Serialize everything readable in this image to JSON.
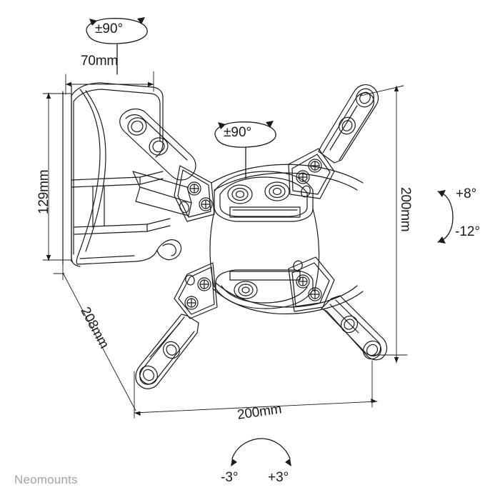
{
  "brand": "Neomounts",
  "dimensions": {
    "width_plate": "70mm",
    "height_plate": "129mm",
    "depth_diagonal": "208mm",
    "vesa_vertical": "200mm",
    "vesa_horizontal": "200mm"
  },
  "angles": {
    "swivel_top": "±90°",
    "swivel_center": "±90°",
    "tilt_up": "+8°",
    "tilt_down": "-12°",
    "rotate_left": "-3°",
    "rotate_right": "+3°"
  },
  "colors": {
    "line": "#1a1a1a",
    "brand_gray": "#a2a2a2",
    "background": "#ffffff"
  },
  "product": {
    "type": "TV wall mount bracket technical drawing"
  }
}
